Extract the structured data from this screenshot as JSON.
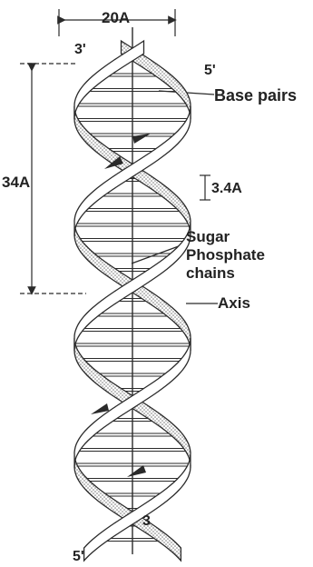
{
  "labels": {
    "width": "20A",
    "pitch": "34A",
    "rise": "3.4A",
    "top_left_end": "3'",
    "top_right_end": "5'",
    "bottom_left_end": "5'",
    "bottom_right_end": "3",
    "base_pairs": "Base pairs",
    "sugar": "Sugar",
    "phosphate": "Phosphate",
    "chains": "chains",
    "axis": "Axis"
  },
  "colors": {
    "ink": "#2a2a2a",
    "strand_fill": "#ffffff",
    "shade": "#9a9a9a",
    "paper": "#ffffff"
  }
}
